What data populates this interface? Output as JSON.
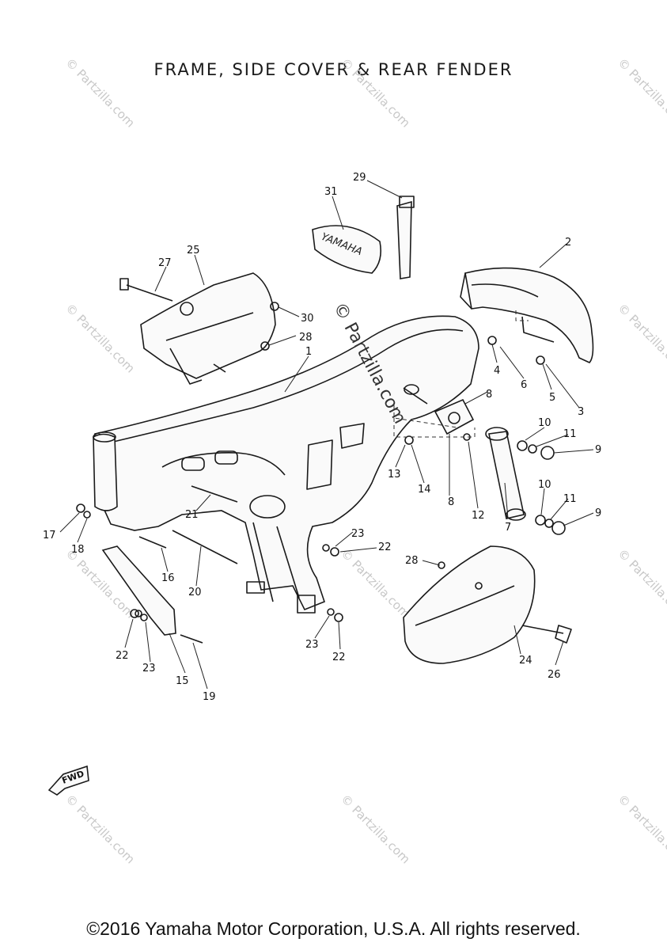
{
  "title": "FRAME, SIDE COVER & REAR FENDER",
  "copyright": "©2016 Yamaha Motor Corporation, U.S.A. All rights reserved.",
  "center_watermark": "© Partzilla.com",
  "watermark_text": "© Partzilla.com",
  "fwd_label": "FWD",
  "brand_lettering": "YAMAHA",
  "callouts": {
    "n1": "1",
    "n2": "2",
    "n3": "3",
    "n4": "4",
    "n5": "5",
    "n6": "6",
    "n7": "7",
    "n8a": "8",
    "n8b": "8",
    "n9a": "9",
    "n9b": "9",
    "n10a": "10",
    "n10b": "10",
    "n11a": "11",
    "n11b": "11",
    "n12": "12",
    "n13": "13",
    "n14": "14",
    "n15": "15",
    "n16": "16",
    "n17": "17",
    "n18": "18",
    "n19": "19",
    "n20": "20",
    "n21": "21",
    "n22a": "22",
    "n22b": "22",
    "n22c": "22",
    "n23a": "23",
    "n23b": "23",
    "n23c": "23",
    "n24": "24",
    "n25": "25",
    "n26": "26",
    "n27": "27",
    "n28a": "28",
    "n28b": "28",
    "n29": "29",
    "n30": "30",
    "n31": "31"
  }
}
